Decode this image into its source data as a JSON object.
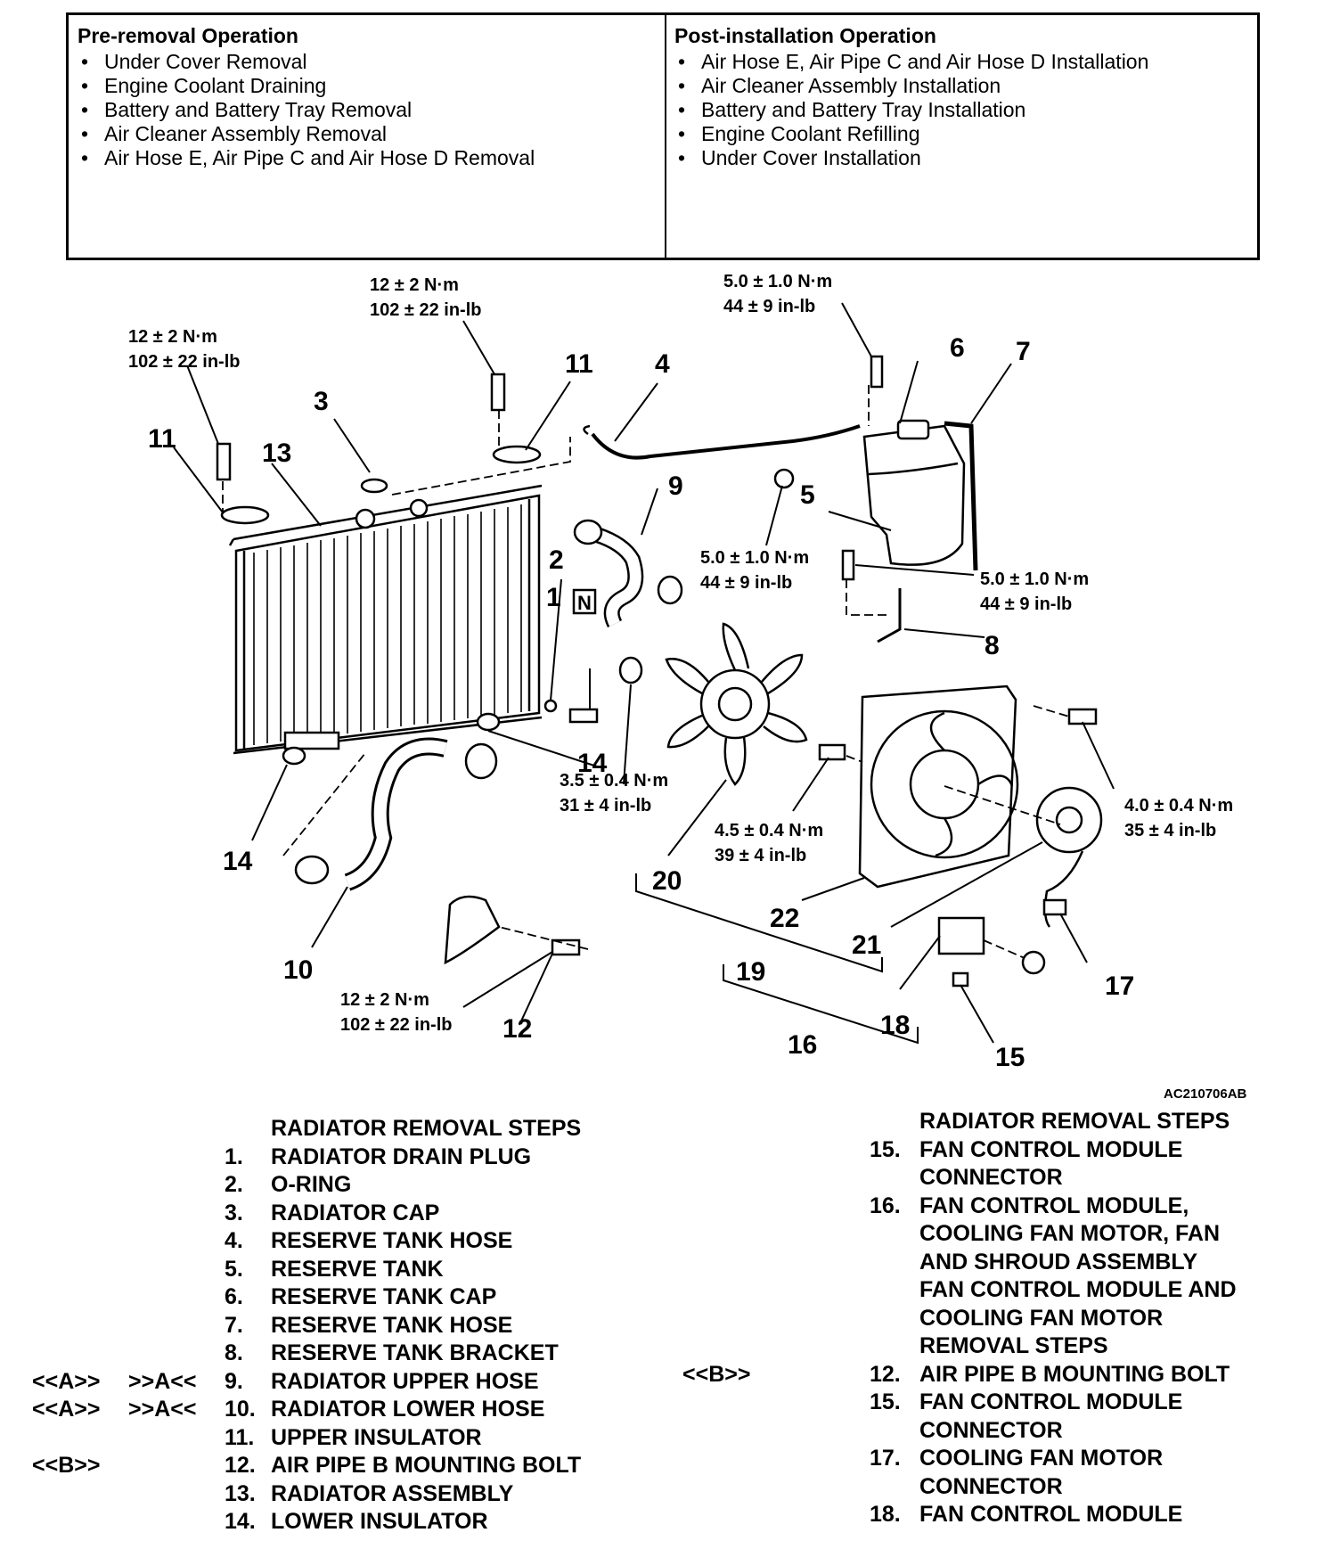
{
  "pre_removal": {
    "title": "Pre-removal Operation",
    "items": [
      "Under Cover Removal",
      "Engine Coolant Draining",
      "Battery and Battery Tray Removal",
      "Air Cleaner Assembly Removal",
      "Air Hose E, Air Pipe C and Air Hose D Removal"
    ]
  },
  "post_installation": {
    "title": "Post-installation Operation",
    "items": [
      "Air Hose E, Air Pipe C and Air Hose D Installation",
      "Air Cleaner Assembly Installation",
      "Battery and Battery Tray Installation",
      "Engine Coolant Refilling",
      "Under Cover Installation"
    ]
  },
  "diagram": {
    "figure_id": "AC210706AB",
    "callouts": [
      "1",
      "2",
      "3",
      "4",
      "5",
      "6",
      "7",
      "8",
      "9",
      "10",
      "11",
      "11",
      "12",
      "13",
      "14",
      "14",
      "15",
      "16",
      "17",
      "18",
      "19",
      "20",
      "21",
      "22"
    ],
    "new_part_mark": "N",
    "torques": {
      "t_upper_left_nm": "12 ± 2 N·m",
      "t_upper_left_inlb": "102 ± 22 in-lb",
      "t_upper_mid_nm": "12 ± 2 N·m",
      "t_upper_mid_inlb": "102 ± 22 in-lb",
      "t_tank_top_nm": "5.0 ± 1.0 N·m",
      "t_tank_top_inlb": "44 ± 9 in-lb",
      "t_tank_left_nm": "5.0 ± 1.0 N·m",
      "t_tank_left_inlb": "44 ± 9 in-lb",
      "t_tank_right_nm": "5.0 ± 1.0 N·m",
      "t_tank_right_inlb": "44 ± 9 in-lb",
      "t_fan_nut_nm": "3.5 ± 0.4 N·m",
      "t_fan_nut_inlb": "31 ± 4 in-lb",
      "t_shroud_nm": "4.5 ± 0.4 N·m",
      "t_shroud_inlb": "39 ± 4 in-lb",
      "t_shroud_right_nm": "4.0 ± 0.4 N·m",
      "t_shroud_right_inlb": "35 ± 4 in-lb",
      "t_bolt12_nm": "12 ± 2 N·m",
      "t_bolt12_inlb": "102 ± 22 in-lb"
    }
  },
  "left_steps": {
    "title": "RADIATOR REMOVAL STEPS",
    "items": [
      {
        "a": "",
        "b": "",
        "n": "1.",
        "t": "RADIATOR DRAIN PLUG"
      },
      {
        "a": "",
        "b": "",
        "n": "2.",
        "t": "O-RING"
      },
      {
        "a": "",
        "b": "",
        "n": "3.",
        "t": "RADIATOR CAP"
      },
      {
        "a": "",
        "b": "",
        "n": "4.",
        "t": "RESERVE TANK HOSE"
      },
      {
        "a": "",
        "b": "",
        "n": "5.",
        "t": "RESERVE TANK"
      },
      {
        "a": "",
        "b": "",
        "n": "6.",
        "t": "RESERVE TANK CAP"
      },
      {
        "a": "",
        "b": "",
        "n": "7.",
        "t": "RESERVE TANK HOSE"
      },
      {
        "a": "",
        "b": "",
        "n": "8.",
        "t": "RESERVE TANK BRACKET"
      },
      {
        "a": "<<A>>",
        "b": ">>A<<",
        "n": "9.",
        "t": "RADIATOR UPPER HOSE"
      },
      {
        "a": "<<A>>",
        "b": ">>A<<",
        "n": "10.",
        "t": "RADIATOR LOWER HOSE"
      },
      {
        "a": "",
        "b": "",
        "n": "11.",
        "t": "UPPER INSULATOR"
      },
      {
        "a": "<<B>>",
        "b": "",
        "n": "12.",
        "t": "AIR PIPE B MOUNTING BOLT"
      },
      {
        "a": "",
        "b": "",
        "n": "13.",
        "t": "RADIATOR ASSEMBLY"
      },
      {
        "a": "",
        "b": "",
        "n": "14.",
        "t": "LOWER INSULATOR"
      }
    ]
  },
  "right_steps": {
    "title": "RADIATOR REMOVAL STEPS",
    "items_a": [
      {
        "n": "15.",
        "t": "FAN CONTROL MODULE",
        "t2": "CONNECTOR"
      },
      {
        "n": "16.",
        "t": "FAN CONTROL MODULE,",
        "t2": "COOLING FAN MOTOR, FAN",
        "t3": "AND SHROUD ASSEMBLY"
      }
    ],
    "title2_l1": "FAN CONTROL MODULE AND",
    "title2_l2": "COOLING FAN MOTOR",
    "title2_l3": "REMOVAL STEPS",
    "items_b": [
      {
        "ref": "<<B>>",
        "n": "12.",
        "t": "AIR PIPE B MOUNTING BOLT"
      },
      {
        "ref": "",
        "n": "15.",
        "t": "FAN CONTROL MODULE",
        "t2": "CONNECTOR"
      },
      {
        "ref": "",
        "n": "17.",
        "t": "COOLING FAN MOTOR",
        "t2": "CONNECTOR"
      },
      {
        "ref": "",
        "n": "18.",
        "t": "FAN CONTROL MODULE"
      }
    ]
  }
}
